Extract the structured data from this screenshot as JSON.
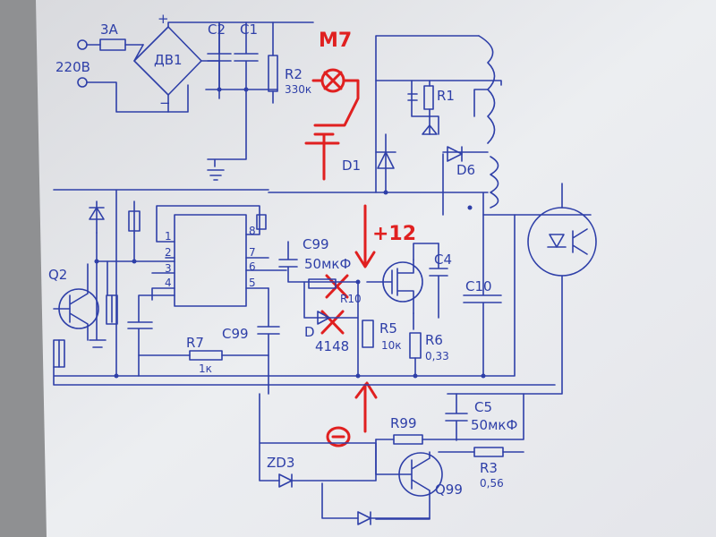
{
  "labels": {
    "fuse": "3A",
    "mains": "220B",
    "plus": "+",
    "minus": "−",
    "bridge": "ДВ1",
    "c2": "C2",
    "c1": "C1",
    "r2": "R2",
    "r2_val": "330к",
    "lamp": "M7",
    "r1": "R1",
    "d1": "D1",
    "d6": "D6",
    "v12": "+12",
    "c99a": "C99",
    "c99a_val": "50мкФ",
    "r10": "R10",
    "d": "D",
    "d_val": "4148",
    "r5": "R5",
    "r5_val": "10к",
    "r6": "R6",
    "r6_val": "0,33",
    "c4": "C4",
    "c10": "C10",
    "q2": "Q2",
    "c99b": "C99",
    "r7": "R7",
    "r7_val": "1к",
    "c5": "C5",
    "c5_val": "50мкФ",
    "r99": "R99",
    "r3": "R3",
    "r3_val": "0,56",
    "zd3": "ZD3",
    "q99": "Q99",
    "ground_mark": "−",
    "pins": [
      "1",
      "2",
      "3",
      "4",
      "5",
      "6",
      "7",
      "8"
    ]
  },
  "colors": {
    "paper": "#e7e8ec",
    "ink": "#2e3fa8",
    "marker": "#e02020"
  }
}
